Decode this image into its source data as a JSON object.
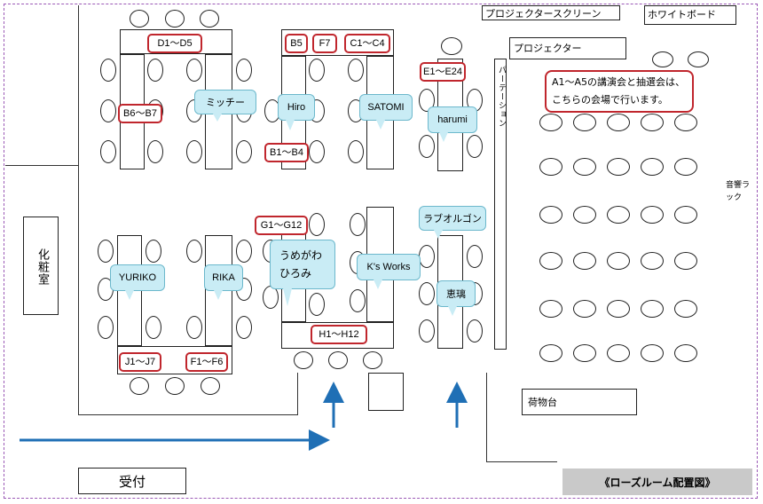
{
  "labels": {
    "screen": "プロジェクタースクリーン",
    "whiteboard": "ホワイトボード",
    "projector": "プロジェクター",
    "partition": "パーテーション",
    "powder_room": "化粧室",
    "audio_rack": "音響ラック",
    "baggage": "荷物台",
    "reception": "受付",
    "title": "《ローズルーム配置図》",
    "notice_line1": "A1〜A5の講演会と抽選会は、",
    "notice_line2": "こちらの会場で行います。"
  },
  "tags": {
    "d": "D1〜D5",
    "b5": "B5",
    "f7": "F7",
    "c": "C1〜C4",
    "e": "E1〜E24",
    "b6": "B6〜B7",
    "b1": "B1〜B4",
    "g": "G1〜G12",
    "h": "H1〜H12",
    "j": "J1〜J7",
    "f": "F1〜F6"
  },
  "bubbles": {
    "michi": "ミッチー",
    "hiro": "Hiro",
    "satomi": "SATOMI",
    "harumi": "harumi",
    "love": "ラブオルゴン",
    "umegawa1": "うめがわ",
    "umegawa2": "ひろみ",
    "kworks": "K's Works",
    "emi": "恵璃",
    "yuriko": "YURIKO",
    "rika": "RIKA"
  },
  "colors": {
    "tag_border": "#c0262d",
    "bubble_fill": "#c9ecf5",
    "arrow": "#1f6fb5",
    "frame": "#9b59b6"
  }
}
